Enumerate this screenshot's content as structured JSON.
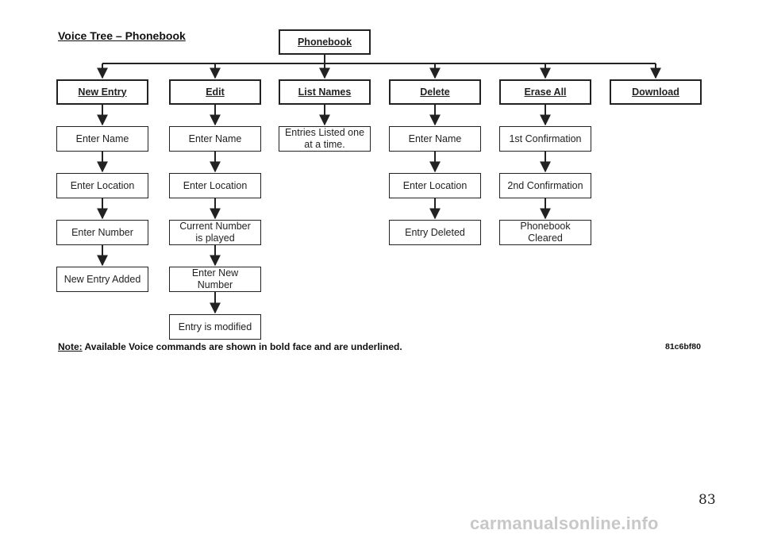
{
  "title": "Voice Tree – Phonebook",
  "root": "Phonebook",
  "branches": [
    {
      "label": "New Entry",
      "steps": [
        "Enter Name",
        "Enter Location",
        "Enter Number",
        "New Entry Added"
      ]
    },
    {
      "label": "Edit",
      "steps": [
        "Enter Name",
        "Enter Location",
        "Current Number\nis played",
        "Enter New\nNumber",
        "Entry is modified"
      ]
    },
    {
      "label": "List Names",
      "steps": [
        "Entries Listed one\nat a time."
      ]
    },
    {
      "label": "Delete",
      "steps": [
        "Enter Name",
        "Enter Location",
        "Entry Deleted"
      ]
    },
    {
      "label": "Erase All",
      "steps": [
        "1st Confirmation",
        "2nd Confirmation",
        "Phonebook\nCleared"
      ]
    },
    {
      "label": "Download",
      "steps": []
    }
  ],
  "note": {
    "label": "Note:",
    "text": " Available Voice commands are shown in bold face and are underlined."
  },
  "figure_code": "81c6bf80",
  "page_number": "83",
  "watermark": "carmanualsonline.info"
}
